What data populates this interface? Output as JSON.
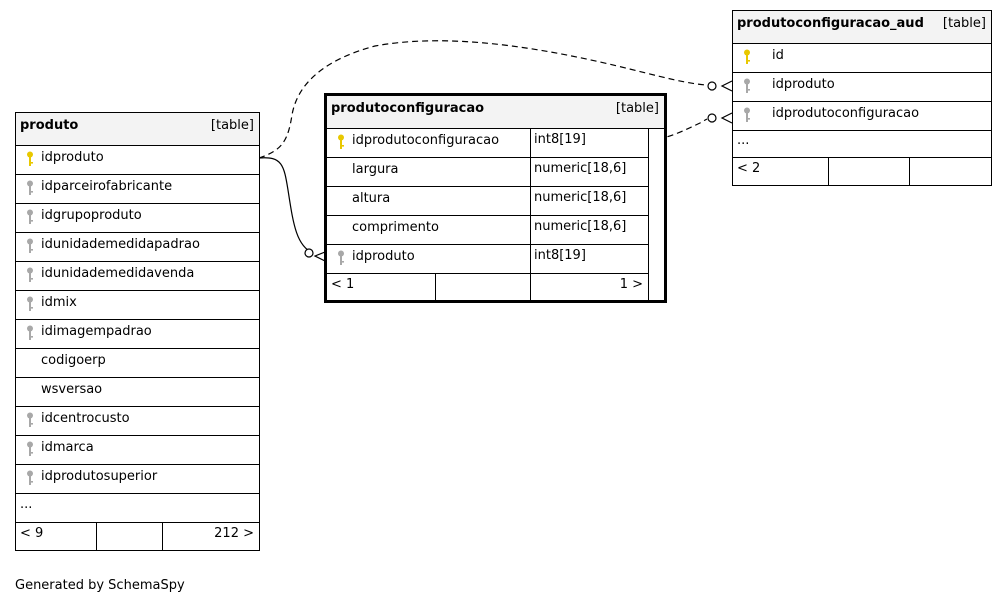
{
  "tables": {
    "produto": {
      "name": "produto",
      "kind": "[table]",
      "columns": [
        {
          "name": "idproduto",
          "key": "primary"
        },
        {
          "name": "idparceirofabricante",
          "key": "foreign"
        },
        {
          "name": "idgrupoproduto",
          "key": "foreign"
        },
        {
          "name": "idunidademedidapadrao",
          "key": "foreign"
        },
        {
          "name": "idunidademedidavenda",
          "key": "foreign"
        },
        {
          "name": "idmix",
          "key": "foreign"
        },
        {
          "name": "idimagempadrao",
          "key": "foreign"
        },
        {
          "name": "codigoerp",
          "key": "none"
        },
        {
          "name": "wsversao",
          "key": "none"
        },
        {
          "name": "idcentrocusto",
          "key": "foreign"
        },
        {
          "name": "idmarca",
          "key": "foreign"
        },
        {
          "name": "idprodutosuperior",
          "key": "foreign"
        }
      ],
      "more": "...",
      "footer": {
        "left": "< 9",
        "middle": "",
        "right": "212 >"
      }
    },
    "produtoconfiguracao": {
      "name": "produtoconfiguracao",
      "kind": "[table]",
      "columns": [
        {
          "name": "idprodutoconfiguracao",
          "type": "int8[19]",
          "key": "primary"
        },
        {
          "name": "largura",
          "type": "numeric[18,6]",
          "key": "none"
        },
        {
          "name": "altura",
          "type": "numeric[18,6]",
          "key": "none"
        },
        {
          "name": "comprimento",
          "type": "numeric[18,6]",
          "key": "none"
        },
        {
          "name": "idproduto",
          "type": "int8[19]",
          "key": "foreign"
        }
      ],
      "footer": {
        "left": "< 1",
        "middle": "",
        "right": "1 >"
      }
    },
    "produtoconfiguracao_aud": {
      "name": "produtoconfiguracao_aud",
      "kind": "[table]",
      "columns": [
        {
          "name": "id",
          "key": "primary"
        },
        {
          "name": "idproduto",
          "key": "foreign"
        },
        {
          "name": "idprodutoconfiguracao",
          "key": "foreign"
        }
      ],
      "more": "...",
      "footer": {
        "left": "< 2",
        "middle": "",
        "right": ""
      }
    }
  },
  "relationships": [
    {
      "from": "produtoconfiguracao.idproduto",
      "to": "produto.idproduto",
      "style": "solid"
    },
    {
      "from": "produtoconfiguracao_aud.idproduto",
      "to": "produto.idproduto",
      "style": "dashed"
    },
    {
      "from": "produtoconfiguracao_aud.idprodutoconfiguracao",
      "to": "produtoconfiguracao.idprodutoconfiguracao",
      "style": "dashed"
    }
  ],
  "colors": {
    "primary_key": "#e8c800",
    "foreign_key": "#a8a8a8",
    "header_bg": "#f3f3f3"
  },
  "generated_by": "Generated by SchemaSpy"
}
